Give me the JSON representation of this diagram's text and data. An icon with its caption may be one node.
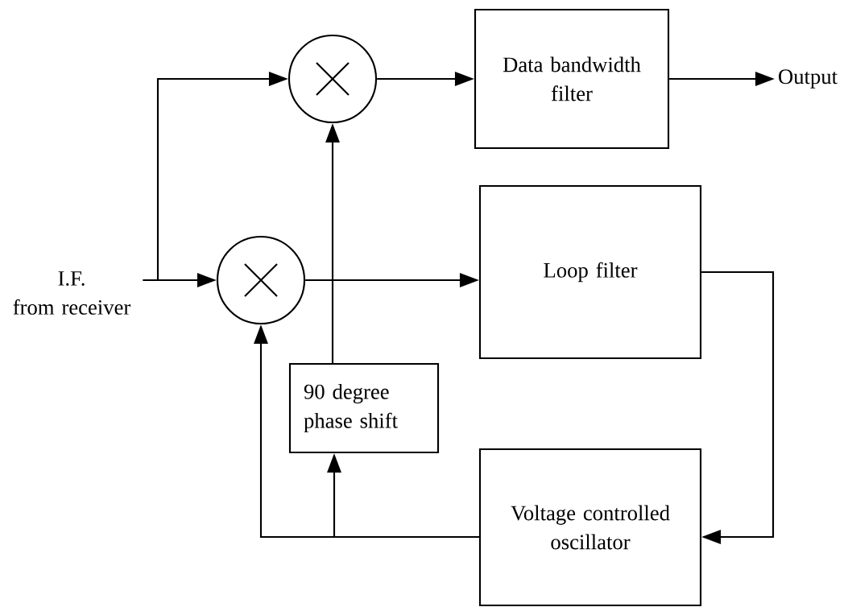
{
  "diagram": {
    "nodes": [
      {
        "text": [
          "I.F.",
          "from receiver"
        ]
      },
      {
        "text": [],
        "shape": "circle"
      },
      {
        "text": [],
        "shape": "circle"
      },
      {
        "text": [
          "Data bandwidth filter"
        ]
      },
      {
        "text": [
          "Output"
        ]
      },
      {
        "text": [
          "Loop filter"
        ]
      },
      {
        "text": [
          "90 degree phase shift"
        ]
      },
      {
        "text": [
          "Voltage controlled oscillator"
        ]
      }
    ],
    "edges": [
      {
        "from": 0,
        "to": 1,
        "arrow": "to"
      },
      {
        "from": 0,
        "to": 2,
        "arrow": "to"
      },
      {
        "from": 1,
        "to": 3,
        "arrow": "to"
      },
      {
        "from": 3,
        "to": 4,
        "arrow": "to"
      },
      {
        "from": 2,
        "to": 5,
        "arrow": "to"
      },
      {
        "from": 6,
        "to": 1,
        "arrow": "to"
      },
      {
        "from": 5,
        "to": 7,
        "arrow": "to"
      },
      {
        "from": 7,
        "to": 2,
        "arrow": "to"
      },
      {
        "from": 7,
        "to": 6,
        "arrow": "to"
      }
    ]
  }
}
